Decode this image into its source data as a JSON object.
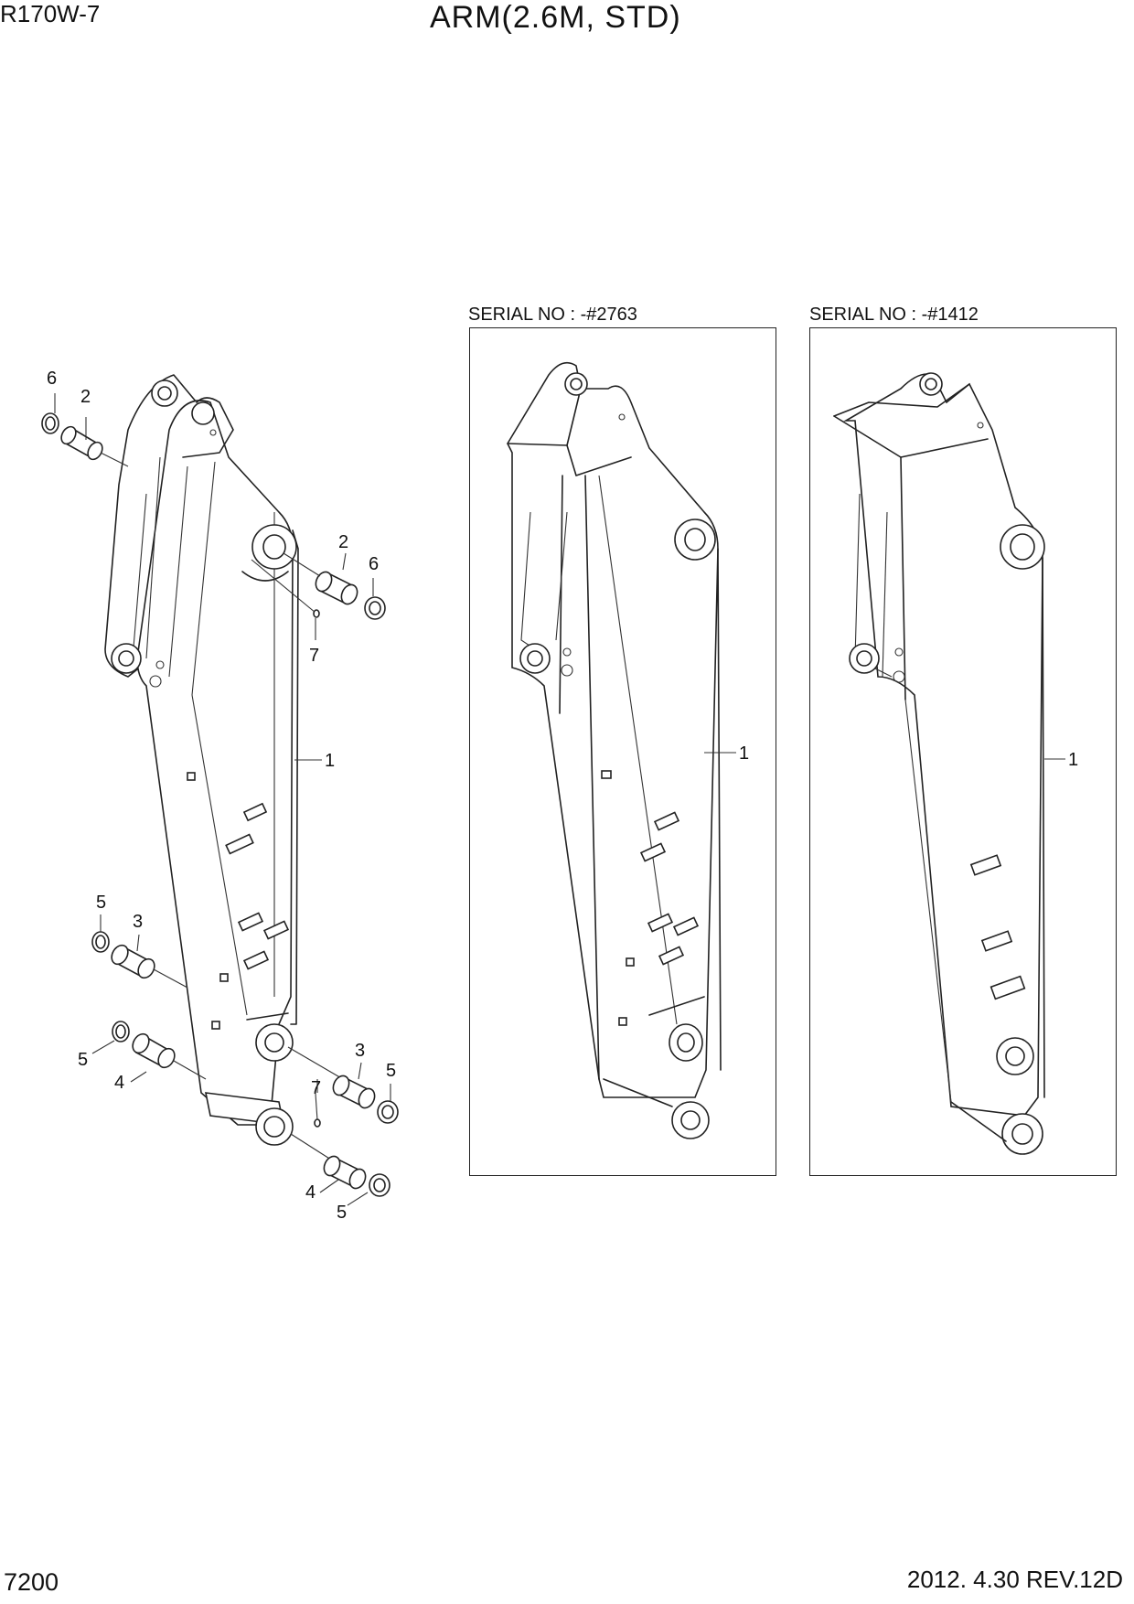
{
  "header": {
    "model": "R170W-7",
    "title": "ARM(2.6M, STD)"
  },
  "footer": {
    "page": "7200",
    "revision": "2012. 4.30  REV.12D"
  },
  "views": [
    {
      "serial": "SERIAL NO : -#2763"
    },
    {
      "serial": "SERIAL NO : -#1412"
    }
  ],
  "callouts": {
    "main": [
      "6",
      "2",
      "2",
      "6",
      "7",
      "1",
      "5",
      "3",
      "5",
      "4",
      "3",
      "5",
      "7",
      "4",
      "5"
    ],
    "view1": [
      "1"
    ],
    "view2": [
      "1"
    ]
  }
}
